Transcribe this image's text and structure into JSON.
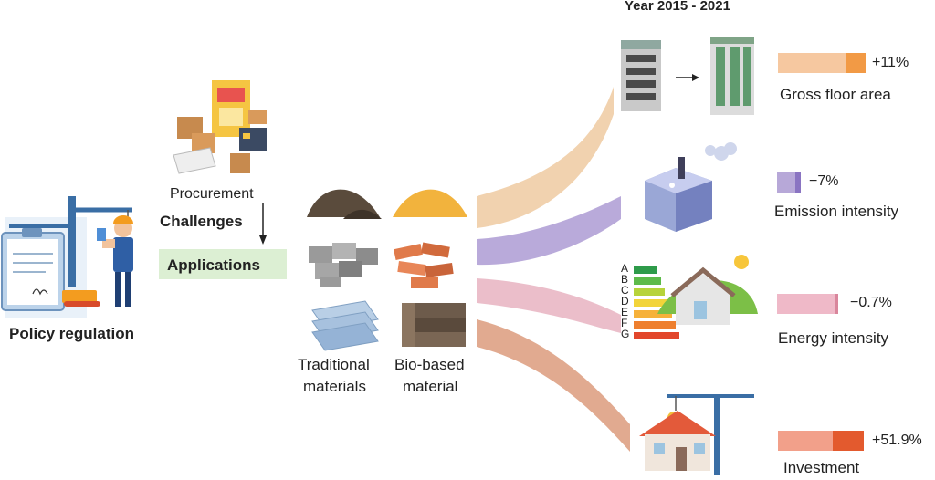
{
  "title": "Year 2015 - 2021",
  "left": {
    "policy_label": "Policy regulation",
    "procurement_label": "Procurement",
    "challenges_label": "Challenges",
    "applications_label": "Applications"
  },
  "materials": {
    "traditional_line1": "Traditional",
    "traditional_line2": "materials",
    "biobased_line1": "Bio-based",
    "biobased_line2": "material"
  },
  "energy_ratings": [
    "A",
    "B",
    "C",
    "D",
    "E",
    "F",
    "G"
  ],
  "indicators": [
    {
      "name": "Gross floor area",
      "value": "+11%",
      "color": "#f6c8a0",
      "accent": "#f29a45"
    },
    {
      "name": "Emission intensity",
      "value": "−7%",
      "color": "#b7a8d8",
      "accent": "#8a74c2"
    },
    {
      "name": "Energy intensity",
      "value": "−0.7%",
      "color": "#efb9c8",
      "accent": "#d9869c"
    },
    {
      "name": "Investment",
      "value": "+51.9%",
      "color": "#f2a08a",
      "accent": "#e35a2e"
    }
  ],
  "colors": {
    "flow_orange": "#f0cda6",
    "flow_purple": "#b1a1d6",
    "flow_pink": "#e9b7c4",
    "flow_salmon": "#dea184",
    "applications_bg": "#dcefd3"
  }
}
